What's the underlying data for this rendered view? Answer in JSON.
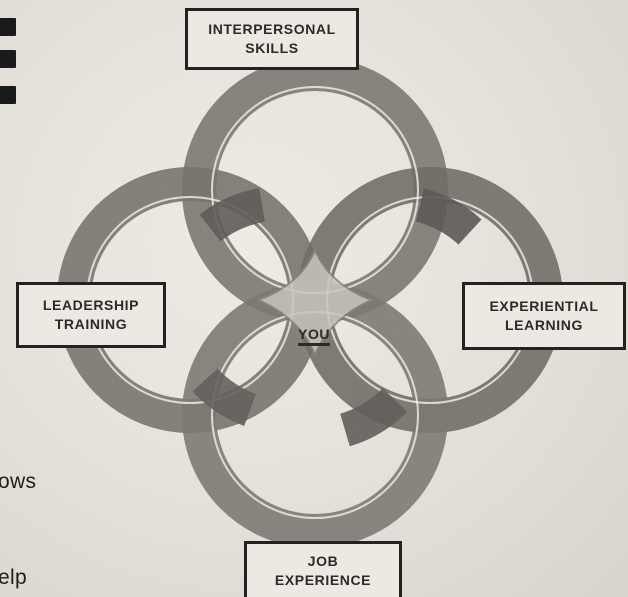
{
  "diagram": {
    "center_label": "YOU",
    "labels": {
      "top": [
        "INTERPERSONAL",
        "SKILLS"
      ],
      "left": [
        "LEADERSHIP",
        "TRAINING"
      ],
      "right": [
        "EXPERIENTIAL",
        "LEARNING"
      ],
      "bottom": [
        "JOB",
        "EXPERIENCE"
      ]
    }
  },
  "fragments": {
    "line1": "ows",
    "line2": "elp"
  },
  "colors": {
    "background": "#e5e2dc",
    "ring_shade": "#6f6a62",
    "ink": "#222222"
  }
}
